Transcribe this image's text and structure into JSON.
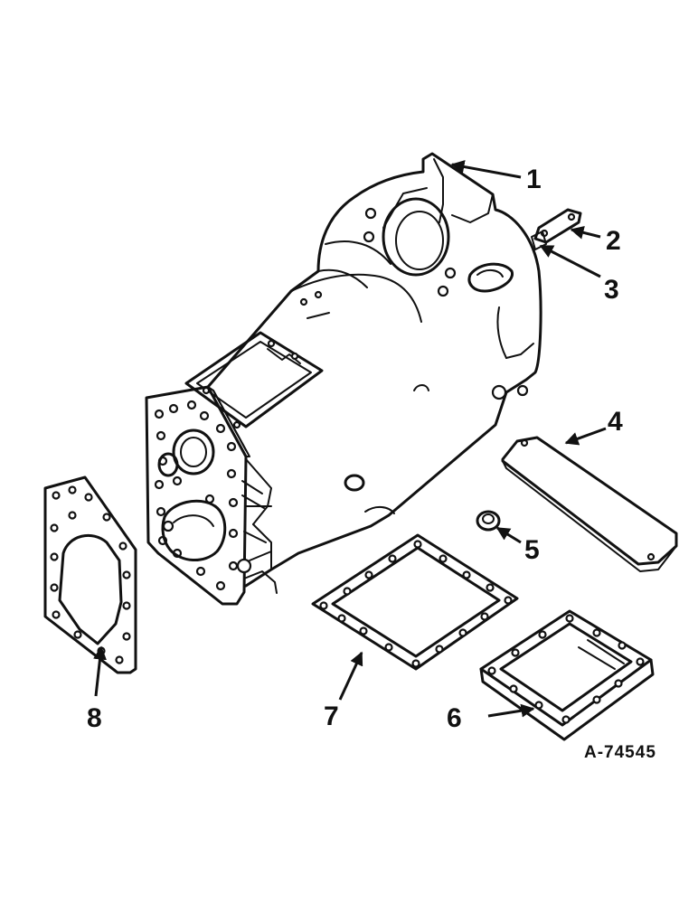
{
  "drawing_number": "A-74545",
  "callouts": [
    {
      "part": "1",
      "label": "1"
    },
    {
      "part": "2",
      "label": "2"
    },
    {
      "part": "3",
      "label": "3"
    },
    {
      "part": "4",
      "label": "4"
    },
    {
      "part": "5",
      "label": "5"
    },
    {
      "part": "6",
      "label": "6"
    },
    {
      "part": "7",
      "label": "7"
    },
    {
      "part": "8",
      "label": "8"
    }
  ],
  "colors": {
    "ink": "#111111",
    "paper": "#ffffff"
  }
}
